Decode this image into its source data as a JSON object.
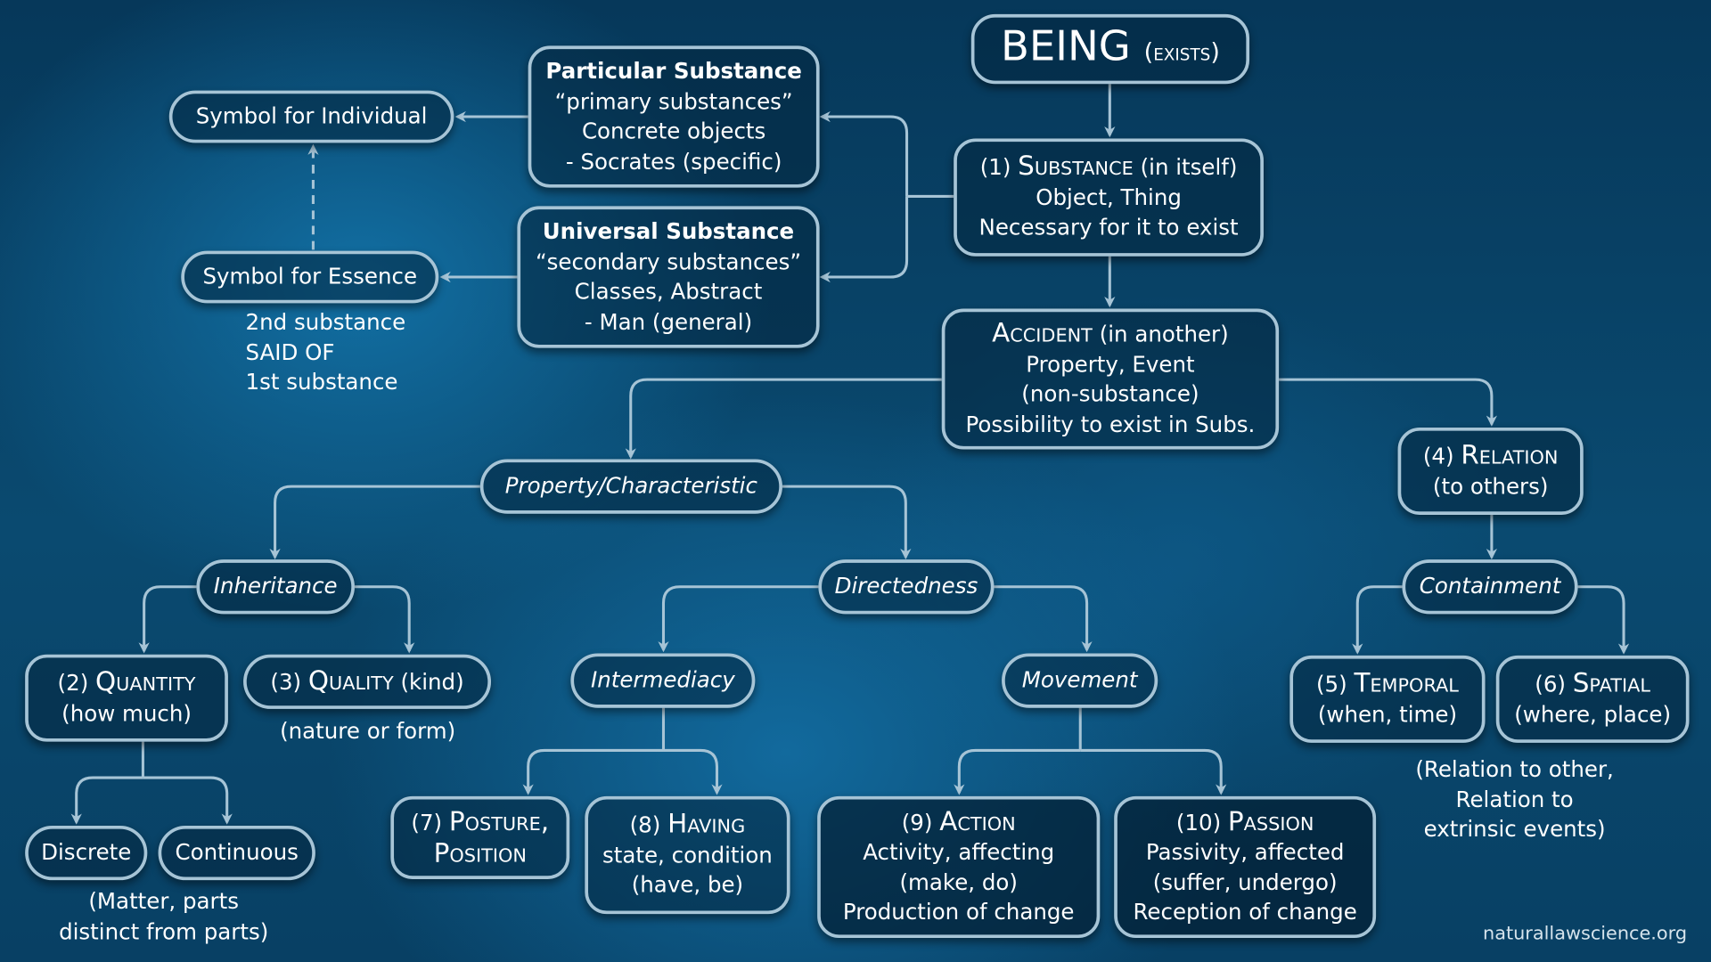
{
  "being": {
    "title": "BEING",
    "sub": "(exists)"
  },
  "substance": {
    "num": "(1)",
    "term": "Substance",
    "qual": "(in itself)",
    "lines": [
      "Object, Thing",
      "Necessary for it to exist"
    ]
  },
  "particular": {
    "title": "Particular Substance",
    "lines": [
      "“primary substances”",
      "Concrete objects",
      "- Socrates (specific)"
    ]
  },
  "universal": {
    "title": "Universal Substance",
    "lines": [
      "“secondary substances”",
      "Classes, Abstract",
      "- Man (general)"
    ]
  },
  "symbol_individual": "Symbol for Individual",
  "symbol_essence": "Symbol for Essence",
  "essence_note": [
    "2nd substance",
    "SAID OF",
    "1st substance"
  ],
  "accident": {
    "term": "Accident",
    "qual": "(in another)",
    "lines": [
      "Property, Event",
      "(non-substance)",
      "Possibility to exist in Subs."
    ]
  },
  "property": "Property/Characteristic",
  "relation": {
    "num": "(4)",
    "term": "Relation",
    "line": "(to others)"
  },
  "inheritance": "Inheritance",
  "directedness": "Directedness",
  "containment": "Containment",
  "quantity": {
    "num": "(2)",
    "term": "Quantity",
    "line": "(how much)"
  },
  "quality": {
    "num": "(3)",
    "term": "Quality",
    "qual": "(kind)",
    "note": "(nature or form)"
  },
  "intermediacy": "Intermediacy",
  "movement": "Movement",
  "temporal": {
    "num": "(5)",
    "term": "Temporal",
    "line": "(when, time)"
  },
  "spatial": {
    "num": "(6)",
    "term": "Spatial",
    "line": "(where, place)"
  },
  "relation_note": [
    "(Relation to other,",
    "Relation to",
    "extrinsic events)"
  ],
  "discrete": "Discrete",
  "continuous": "Continuous",
  "quantity_note": [
    "(Matter, parts",
    "distinct from parts)"
  ],
  "posture": {
    "num": "(7)",
    "term": "Posture,",
    "term2": "Position"
  },
  "having": {
    "num": "(8)",
    "term": "Having",
    "lines": [
      "state, condition",
      "(have, be)"
    ]
  },
  "action": {
    "num": "(9)",
    "term": "Action",
    "lines": [
      "Activity, affecting",
      "(make, do)",
      "Production of change"
    ]
  },
  "passion": {
    "num": "(10)",
    "term": "Passion",
    "lines": [
      "Passivity, affected",
      "(suffer, undergo)",
      "Reception of change"
    ]
  },
  "footer": "naturallawscience.org",
  "colors": {
    "line": "#a6c4d6",
    "background": "#073a5a"
  }
}
